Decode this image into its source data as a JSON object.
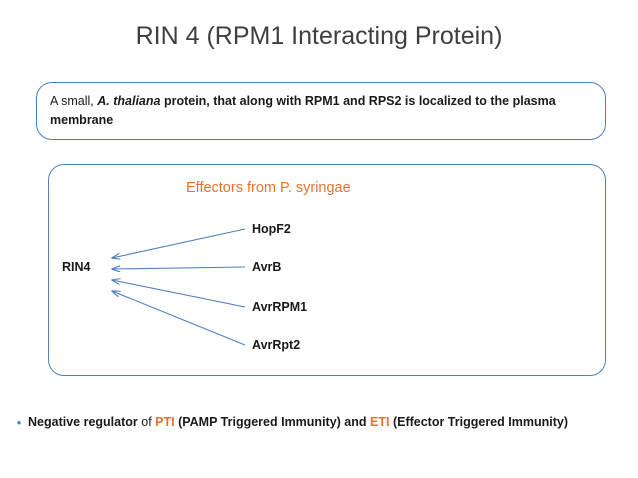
{
  "slide": {
    "title": "RIN 4 (RPM1 Interacting Protein)",
    "description": {
      "part1": "A small, ",
      "italic": "A. thaliana",
      "part2": " protein, that along with RPM1 and RPS2 is localized to the plasma membrane"
    },
    "diagram": {
      "heading": "Effectors from P. syringae",
      "target_label": "RIN4",
      "effectors": [
        {
          "label": "HopF2"
        },
        {
          "label": "AvrB"
        },
        {
          "label": "AvrRPM1"
        },
        {
          "label": "AvrRpt2"
        }
      ],
      "arrow_color": "#4f81bd"
    },
    "bullet": {
      "marker": "•",
      "segment1": "Negative regulator",
      "segment2": " of ",
      "pti": "PTI",
      "segment3": " (",
      "pti_full": "PAMP Triggered Immunity",
      "segment4": ") and ",
      "eti": "ETI",
      "segment5": " (",
      "eti_full": "Effector Triggered Immunity",
      "segment6": ")"
    },
    "colors": {
      "accent_blue": "#4f81bd",
      "accent_orange": "#e8722c",
      "title_gray": "#3f3f3f"
    }
  }
}
